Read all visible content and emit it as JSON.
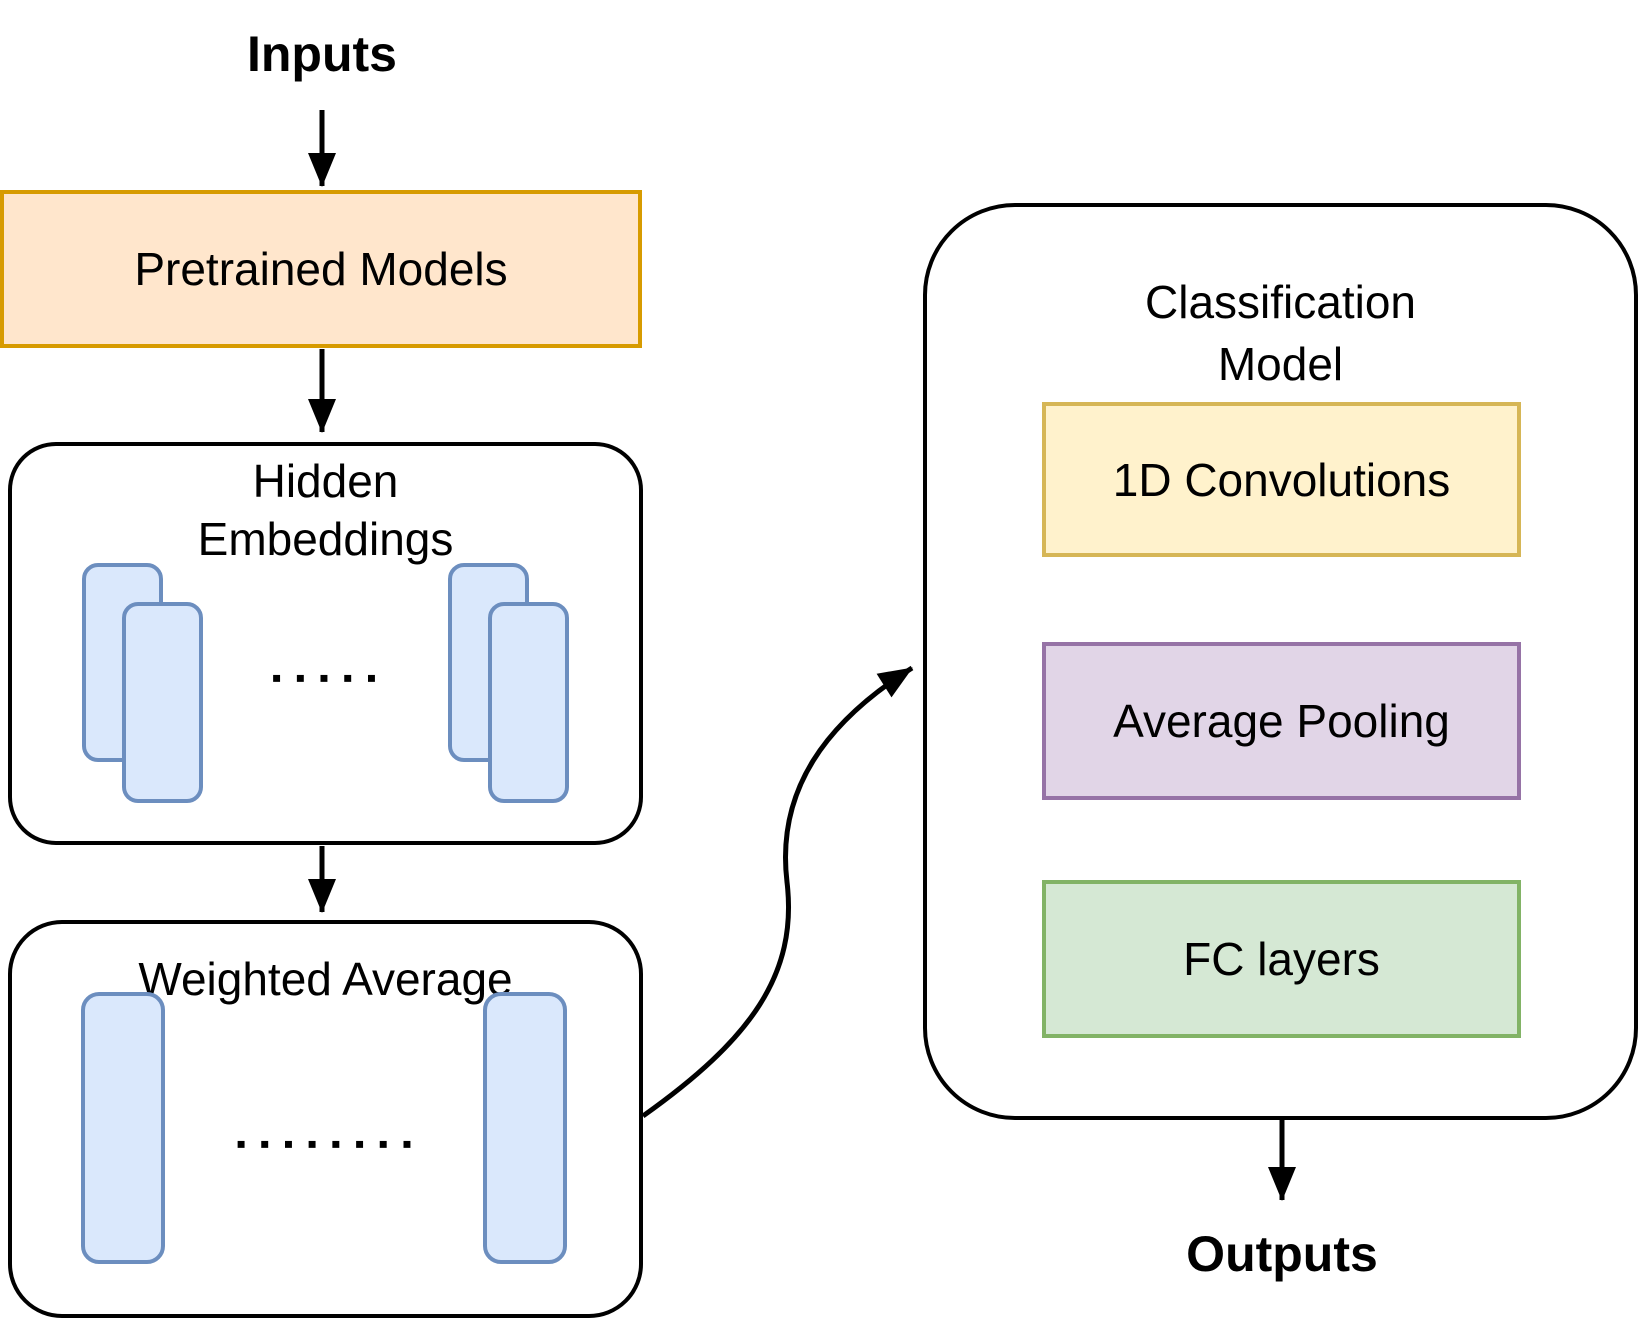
{
  "diagram": {
    "inputs_label": "Inputs",
    "outputs_label": "Outputs",
    "pretrained": {
      "label": "Pretrained Models",
      "fill": "#FFE6CC",
      "stroke": "#D79B00"
    },
    "hidden_embeddings": {
      "title": "Hidden\nEmbeddings",
      "dots": "▪ ▪ ▪ ▪ ▪"
    },
    "weighted_average": {
      "title": "Weighted Average",
      "dots": "▪ ▪ ▪ ▪ ▪ ▪ ▪ ▪"
    },
    "classification": {
      "title": "Classification\nModel",
      "layers": [
        {
          "label": "1D Convolutions",
          "fill": "#FFF2CC",
          "stroke": "#D6B656"
        },
        {
          "label": "Average Pooling",
          "fill": "#E1D5E7",
          "stroke": "#9673A6"
        },
        {
          "label": "FC layers",
          "fill": "#D5E8D4",
          "stroke": "#82B366"
        }
      ]
    },
    "colors": {
      "embedding_card_fill": "#DAE8FC",
      "embedding_card_stroke": "#6C8EBF",
      "container_stroke": "#000000",
      "arrow": "#000000"
    }
  }
}
